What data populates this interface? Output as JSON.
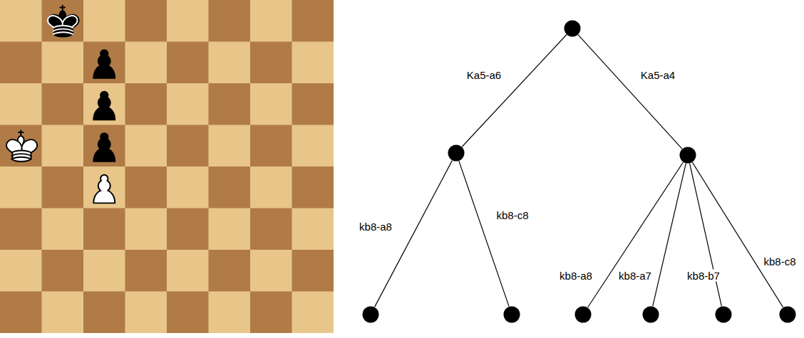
{
  "diagram": {
    "nodes": [
      {
        "text": []
      },
      {
        "text": []
      },
      {
        "text": []
      },
      {
        "text": []
      },
      {
        "text": []
      },
      {
        "text": []
      },
      {
        "text": []
      },
      {
        "text": []
      },
      {
        "text": []
      }
    ],
    "edges": [
      {
        "from": 0,
        "to": 1,
        "arrow": "none",
        "label": "Ka5-a6"
      },
      {
        "from": 0,
        "to": 2,
        "arrow": "none",
        "label": "Ka5-a4"
      },
      {
        "from": 1,
        "to": 3,
        "arrow": "none",
        "label": "kb8-a8"
      },
      {
        "from": 1,
        "to": 4,
        "arrow": "none",
        "label": "kb8-c8"
      },
      {
        "from": 2,
        "to": 5,
        "arrow": "none",
        "label": "kb8-a8"
      },
      {
        "from": 2,
        "to": 6,
        "arrow": "none",
        "label": "kb8-a7"
      },
      {
        "from": 2,
        "to": 7,
        "arrow": "none",
        "label": "kb8-b7"
      },
      {
        "from": 2,
        "to": 8,
        "arrow": "none",
        "label": "kb8-c8"
      }
    ]
  }
}
